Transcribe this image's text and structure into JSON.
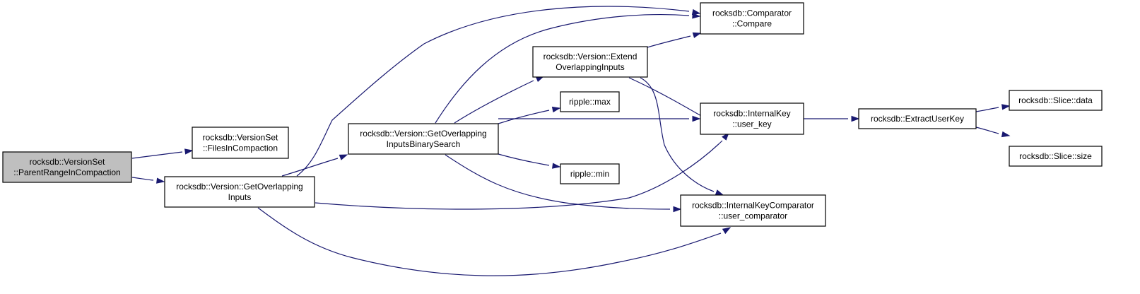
{
  "graph": {
    "root": "parent_range",
    "colors": {
      "edge": "#191970",
      "root_fill": "#bfbfbf",
      "node_fill": "#ffffff",
      "node_border": "#000000"
    },
    "nodes": [
      {
        "id": "parent_range",
        "lines": [
          "rocksdb::VersionSet",
          "::ParentRangeInCompaction"
        ]
      },
      {
        "id": "files_in_compaction",
        "lines": [
          "rocksdb::VersionSet",
          "::FilesInCompaction"
        ]
      },
      {
        "id": "get_overlapping_inputs",
        "lines": [
          "rocksdb::Version::GetOverlapping",
          "Inputs"
        ]
      },
      {
        "id": "get_overlapping_inputs_binary_search",
        "lines": [
          "rocksdb::Version::GetOverlapping",
          "InputsBinarySearch"
        ]
      },
      {
        "id": "comparator_compare",
        "lines": [
          "rocksdb::Comparator",
          "::Compare"
        ]
      },
      {
        "id": "extend_overlapping_inputs",
        "lines": [
          "rocksdb::Version::Extend",
          "OverlappingInputs"
        ]
      },
      {
        "id": "ripple_max",
        "lines": [
          "ripple::max"
        ]
      },
      {
        "id": "ripple_min",
        "lines": [
          "ripple::min"
        ]
      },
      {
        "id": "internal_key_user_key",
        "lines": [
          "rocksdb::InternalKey",
          "::user_key"
        ]
      },
      {
        "id": "internal_key_comparator_user_comparator",
        "lines": [
          "rocksdb::InternalKeyComparator",
          "::user_comparator"
        ]
      },
      {
        "id": "extract_user_key",
        "lines": [
          "rocksdb::ExtractUserKey"
        ]
      },
      {
        "id": "slice_data",
        "lines": [
          "rocksdb::Slice::data"
        ]
      },
      {
        "id": "slice_size",
        "lines": [
          "rocksdb::Slice::size"
        ]
      }
    ],
    "edges": [
      {
        "from": "parent_range",
        "to": "files_in_compaction"
      },
      {
        "from": "parent_range",
        "to": "get_overlapping_inputs"
      },
      {
        "from": "get_overlapping_inputs",
        "to": "get_overlapping_inputs_binary_search"
      },
      {
        "from": "get_overlapping_inputs",
        "to": "comparator_compare"
      },
      {
        "from": "get_overlapping_inputs",
        "to": "internal_key_user_key"
      },
      {
        "from": "get_overlapping_inputs",
        "to": "internal_key_comparator_user_comparator"
      },
      {
        "from": "get_overlapping_inputs_binary_search",
        "to": "comparator_compare"
      },
      {
        "from": "get_overlapping_inputs_binary_search",
        "to": "extend_overlapping_inputs"
      },
      {
        "from": "get_overlapping_inputs_binary_search",
        "to": "ripple_max"
      },
      {
        "from": "get_overlapping_inputs_binary_search",
        "to": "internal_key_user_key"
      },
      {
        "from": "get_overlapping_inputs_binary_search",
        "to": "ripple_min"
      },
      {
        "from": "get_overlapping_inputs_binary_search",
        "to": "internal_key_comparator_user_comparator"
      },
      {
        "from": "extend_overlapping_inputs",
        "to": "comparator_compare"
      },
      {
        "from": "extend_overlapping_inputs",
        "to": "internal_key_user_key"
      },
      {
        "from": "extend_overlapping_inputs",
        "to": "internal_key_comparator_user_comparator"
      },
      {
        "from": "internal_key_user_key",
        "to": "extract_user_key"
      },
      {
        "from": "extract_user_key",
        "to": "slice_data"
      },
      {
        "from": "extract_user_key",
        "to": "slice_size"
      }
    ]
  }
}
